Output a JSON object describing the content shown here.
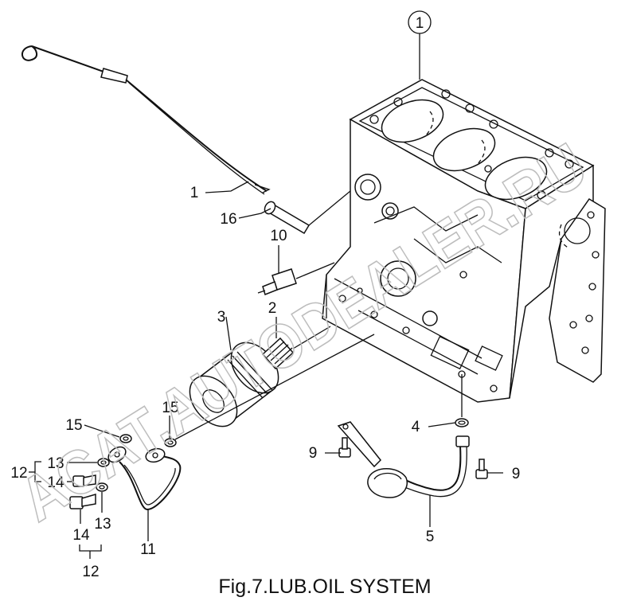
{
  "diagram": {
    "caption": "Fig.7.LUB.OIL SYSTEM",
    "watermark": "ACAT.AUTODEALER.RU",
    "callouts": {
      "c1": "1",
      "c1b": "1",
      "c16": "16",
      "c10": "10",
      "c2": "2",
      "c3": "3",
      "c4": "4",
      "c5": "5",
      "c9a": "9",
      "c9b": "9",
      "c11": "11",
      "c12a": "12",
      "c12b": "12",
      "c13a": "13",
      "c13b": "13",
      "c14a": "14",
      "c14b": "14",
      "c15a": "15",
      "c15b": "15"
    },
    "colors": {
      "ink": "#111111",
      "watermark": "#bdbdbd",
      "background": "#ffffff"
    }
  }
}
